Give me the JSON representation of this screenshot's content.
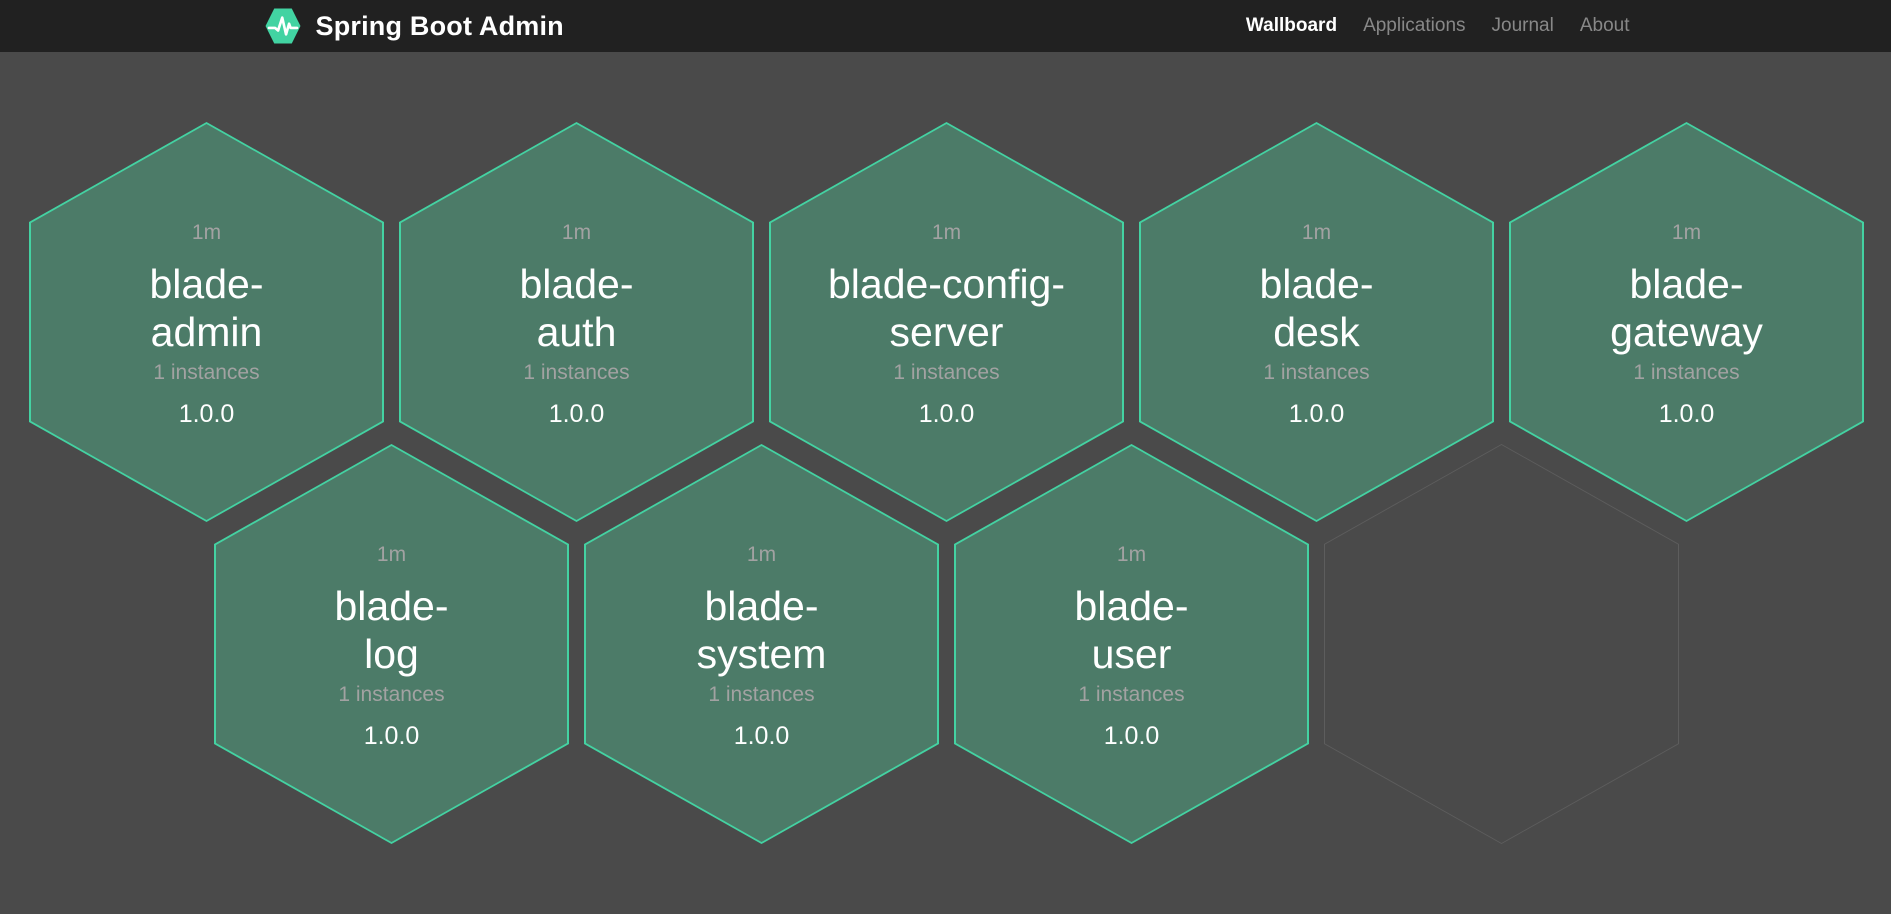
{
  "navbar": {
    "brand": "Spring Boot Admin",
    "items": [
      {
        "label": "Wallboard",
        "active": true
      },
      {
        "label": "Applications",
        "active": false
      },
      {
        "label": "Journal",
        "active": false
      },
      {
        "label": "About",
        "active": false
      }
    ]
  },
  "wallboard": {
    "apps": [
      {
        "time": "1m",
        "name": "blade-admin",
        "name_lines": [
          "blade-",
          "admin"
        ],
        "instances": "1 instances",
        "version": "1.0.0",
        "row": 0,
        "col": 0
      },
      {
        "time": "1m",
        "name": "blade-auth",
        "name_lines": [
          "blade-",
          "auth"
        ],
        "instances": "1 instances",
        "version": "1.0.0",
        "row": 0,
        "col": 1
      },
      {
        "time": "1m",
        "name": "blade-config-server",
        "name_lines": [
          "blade-config-",
          "server"
        ],
        "instances": "1 instances",
        "version": "1.0.0",
        "row": 0,
        "col": 2
      },
      {
        "time": "1m",
        "name": "blade-desk",
        "name_lines": [
          "blade-",
          "desk"
        ],
        "instances": "1 instances",
        "version": "1.0.0",
        "row": 0,
        "col": 3
      },
      {
        "time": "1m",
        "name": "blade-gateway",
        "name_lines": [
          "blade-",
          "gateway"
        ],
        "instances": "1 instances",
        "version": "1.0.0",
        "row": 0,
        "col": 4
      },
      {
        "time": "1m",
        "name": "blade-log",
        "name_lines": [
          "blade-",
          "log"
        ],
        "instances": "1 instances",
        "version": "1.0.0",
        "row": 1,
        "col": 0
      },
      {
        "time": "1m",
        "name": "blade-system",
        "name_lines": [
          "blade-",
          "system"
        ],
        "instances": "1 instances",
        "version": "1.0.0",
        "row": 1,
        "col": 1
      },
      {
        "time": "1m",
        "name": "blade-user",
        "name_lines": [
          "blade-",
          "user"
        ],
        "instances": "1 instances",
        "version": "1.0.0",
        "row": 1,
        "col": 2
      }
    ],
    "empty_cells": [
      {
        "row": 1,
        "col": 3
      }
    ]
  },
  "colors": {
    "page_bg": "#4a4a4a",
    "navbar_bg": "#212121",
    "hex_fill": "#4c7b68",
    "hex_border": "#44d2a2",
    "empty_hex_border": "#5d5d5d",
    "text_primary": "#ffffff",
    "text_muted": "#a2a2a2",
    "brand_green": "#42d3a2"
  }
}
